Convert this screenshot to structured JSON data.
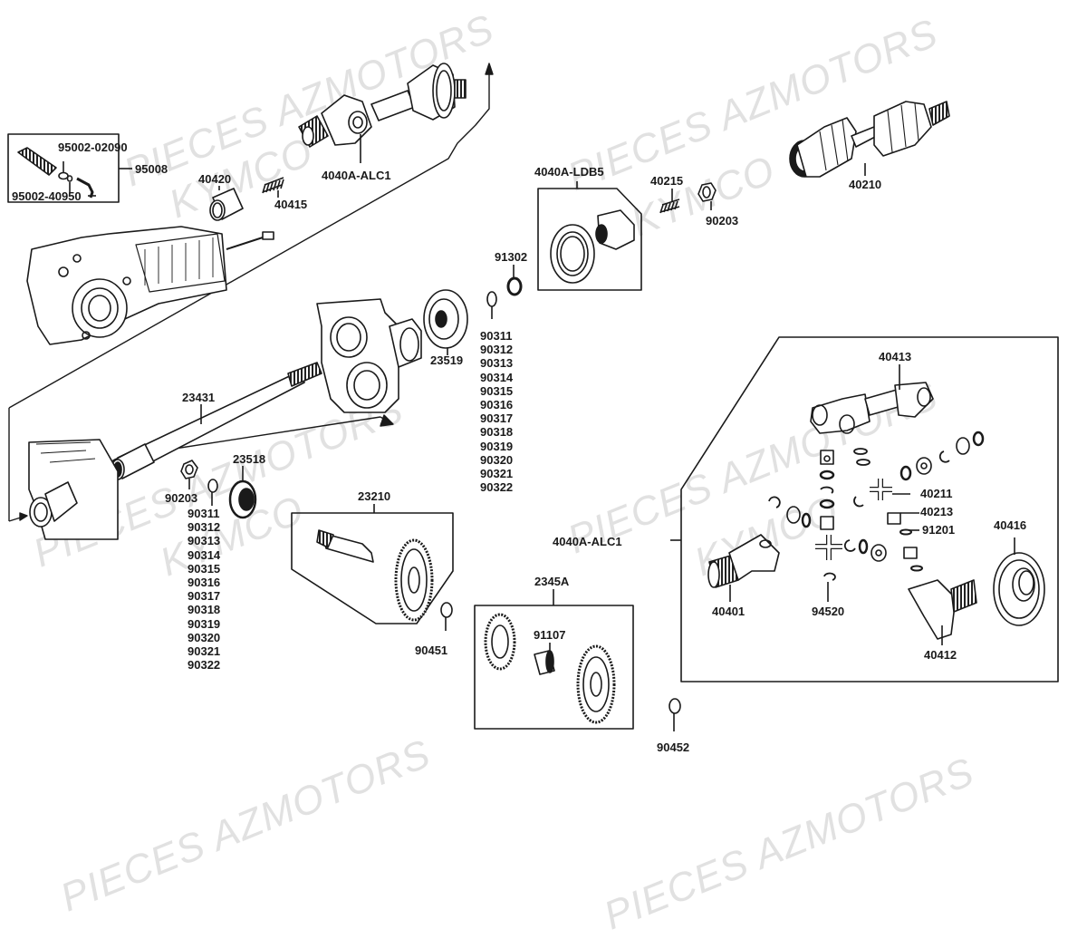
{
  "diagram": {
    "title": "Kymco transmission / drive shaft exploded parts diagram",
    "watermarks": [
      {
        "text": "PIECES AZMOTORS"
      },
      {
        "text": "KYMCO"
      }
    ],
    "labels": {
      "p95002_02090": "95002-02090",
      "p95008": "95008",
      "p95002_40950": "95002-40950",
      "p40420": "40420",
      "p40415": "40415",
      "p4040A_ALC1_top": "4040A-ALC1",
      "p4040A_LDB5": "4040A-LDB5",
      "p40215": "40215",
      "p90203_top": "90203",
      "p40210": "40210",
      "p91302": "91302",
      "p23519": "23519",
      "p23431": "23431",
      "p23518": "23518",
      "p90203_left": "90203",
      "p23210": "23210",
      "p90451": "90451",
      "p2345A": "2345A",
      "p91107": "91107",
      "p90452": "90452",
      "p4040A_ALC1_right": "4040A-ALC1",
      "p40413": "40413",
      "p40211": "40211",
      "p40213": "40213",
      "p91201": "91201",
      "p40416": "40416",
      "p40401": "40401",
      "p94520": "94520",
      "p40412": "40412"
    },
    "shim_list_center": [
      "90311",
      "90312",
      "90313",
      "90314",
      "90315",
      "90316",
      "90317",
      "90318",
      "90319",
      "90320",
      "90321",
      "90322"
    ],
    "shim_list_left": [
      "90311",
      "90312",
      "90313",
      "90314",
      "90315",
      "90316",
      "90317",
      "90318",
      "90319",
      "90320",
      "90321",
      "90322"
    ]
  }
}
